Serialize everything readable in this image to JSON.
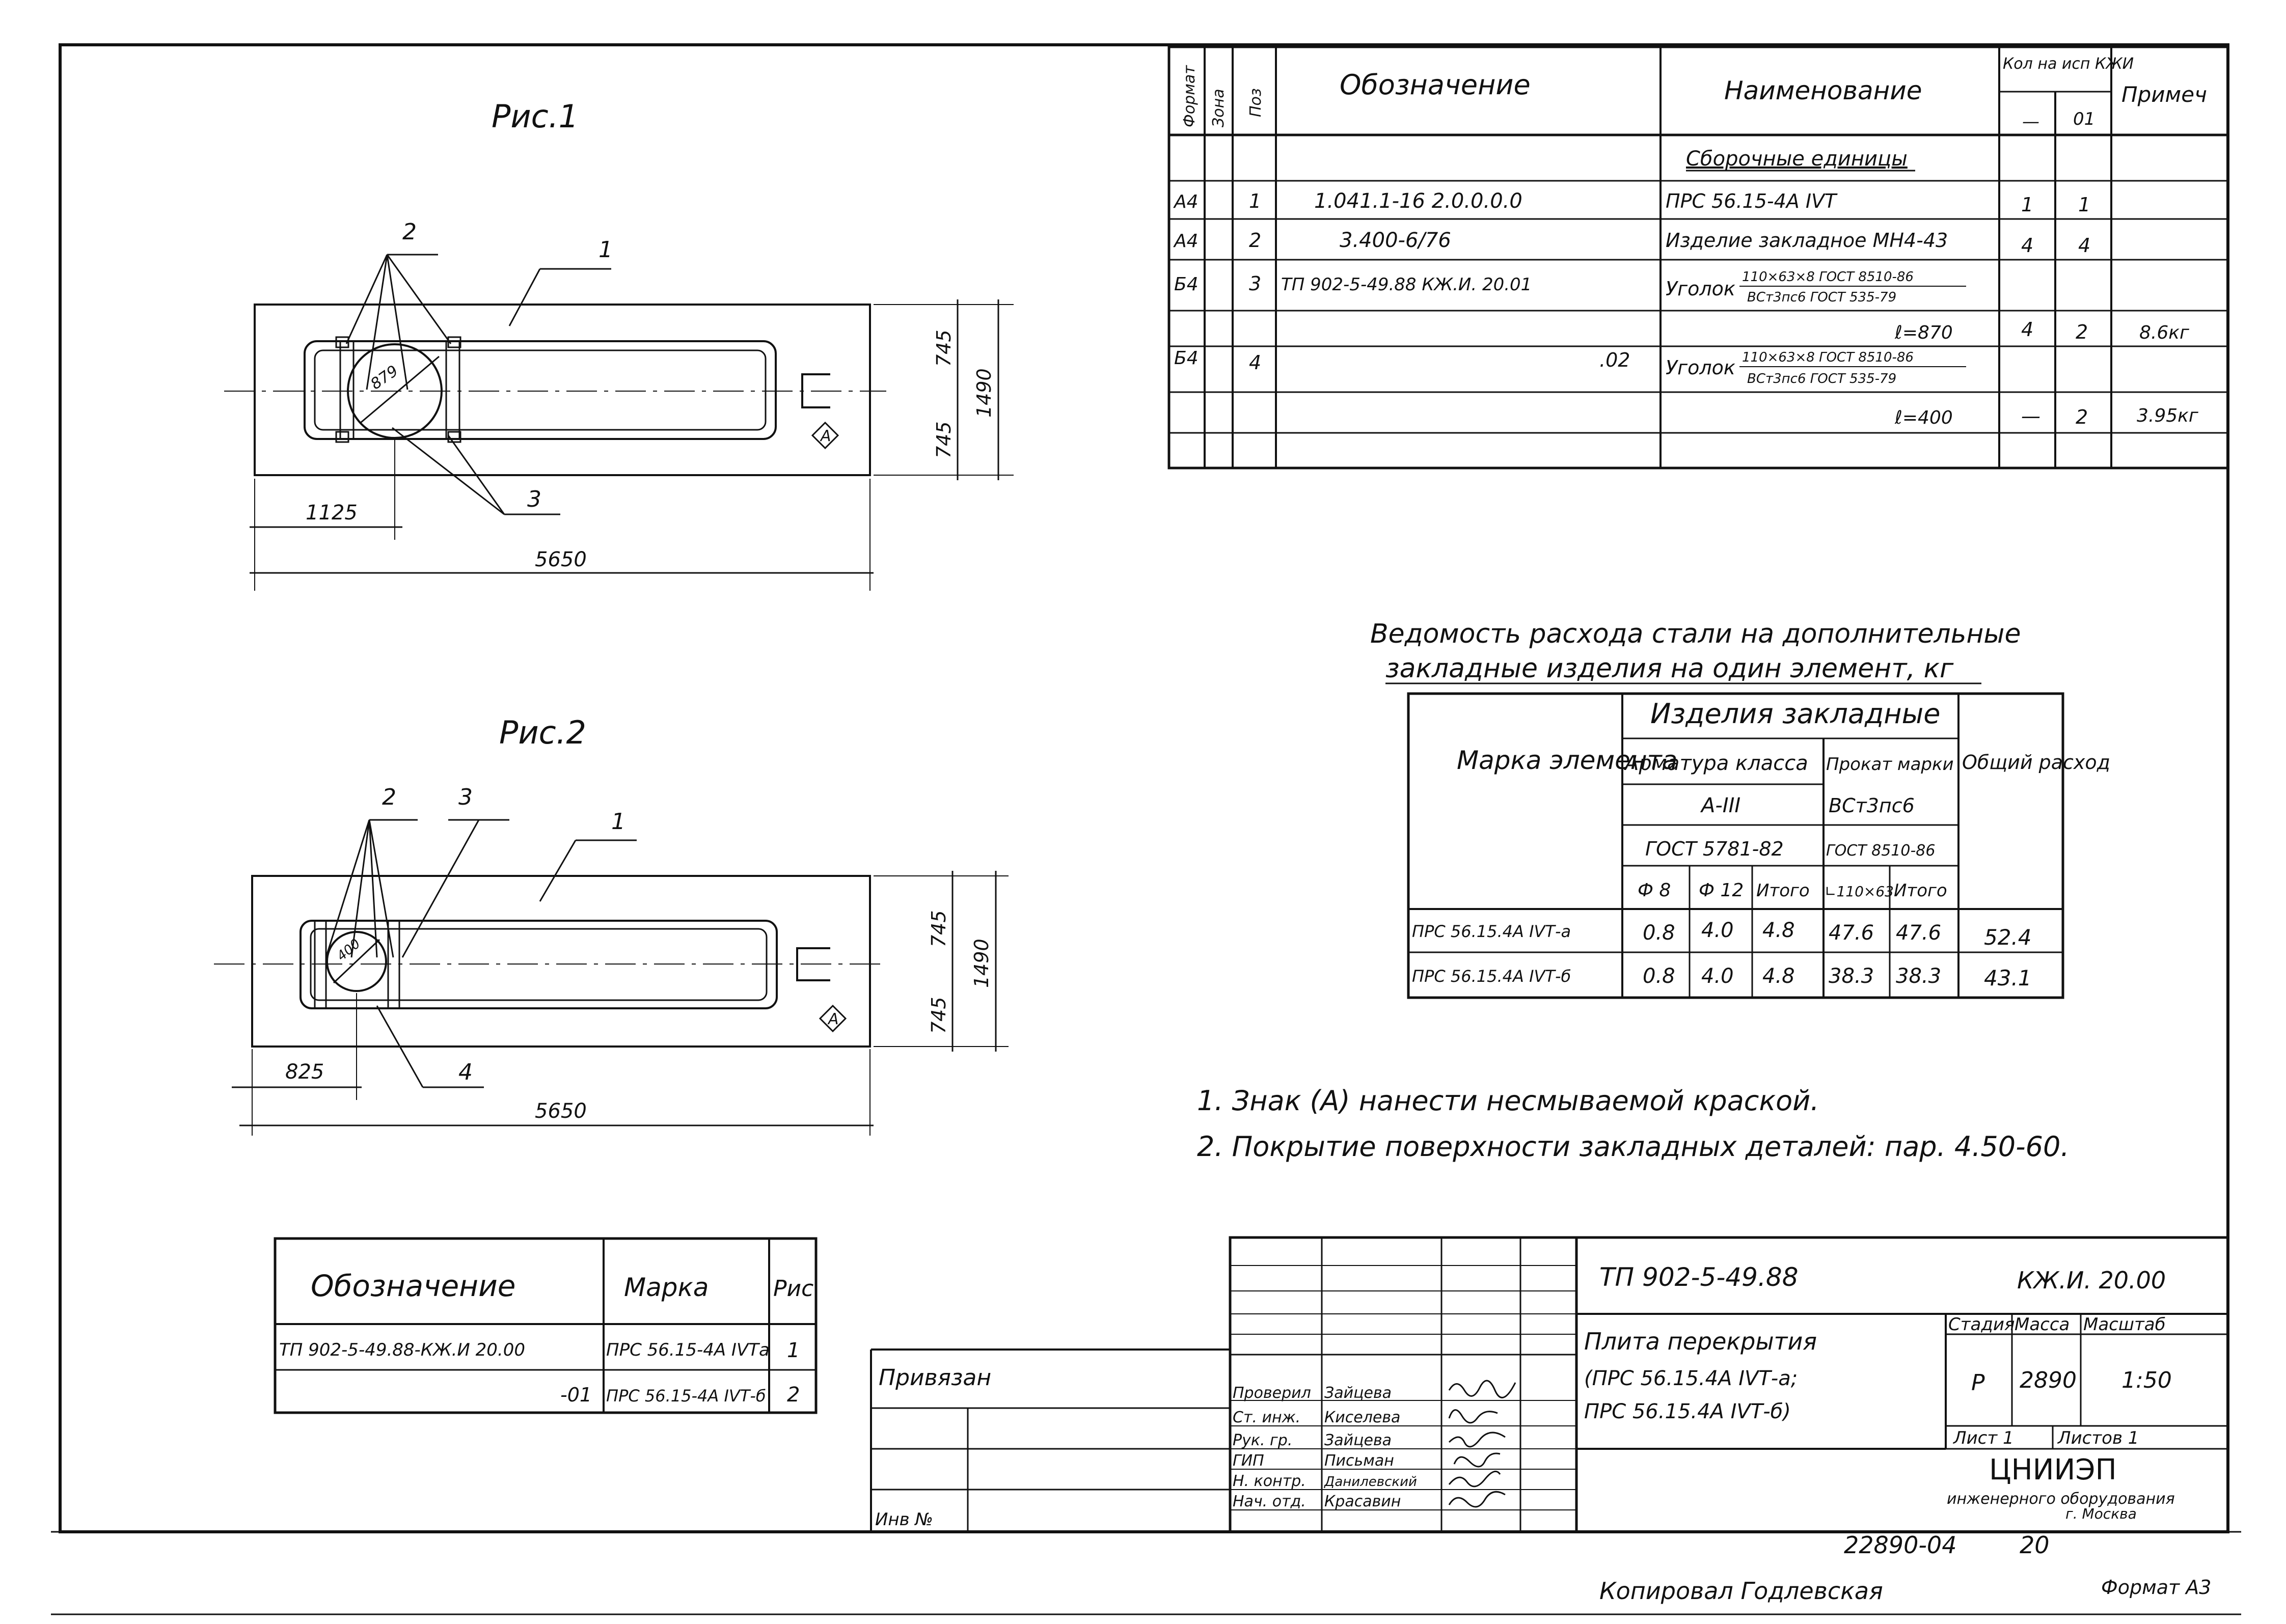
{
  "fig1": {
    "title": "Рис.1",
    "callouts": [
      "1",
      "2",
      "3"
    ],
    "dims": {
      "overall": "5650",
      "offset": "1125",
      "half_top": "745",
      "half_bottom": "745",
      "height": "1490",
      "dia": "879"
    },
    "mark": "A"
  },
  "fig2": {
    "title": "Рис.2",
    "callouts": [
      "1",
      "2",
      "3",
      "4"
    ],
    "dims": {
      "overall": "5650",
      "offset": "825",
      "half_top": "745",
      "half_bottom": "745",
      "height": "1490",
      "dia": "400"
    },
    "mark": "A"
  },
  "spec": {
    "headers": {
      "format": "Формат",
      "zone": "Зона",
      "pos": "Поз",
      "designation": "Обозначение",
      "name": "Наименование",
      "qty": "Кол на исп КЖИ",
      "qty_a": "—",
      "qty_b": "01",
      "note": "Примеч"
    },
    "section": "Сборочные единицы",
    "rows": [
      {
        "format": "А4",
        "pos": "1",
        "designation": "1.041.1-16 2.0.0.0.0",
        "name": "ПРС 56.15-4А IVТ",
        "q1": "1",
        "q2": "1",
        "note": ""
      },
      {
        "format": "А4",
        "pos": "2",
        "designation": "3.400-6/76",
        "name": "Изделие закладное МН4-43",
        "q1": "4",
        "q2": "4",
        "note": ""
      },
      {
        "format": "Б4",
        "pos": "3",
        "designation": "ТП 902-5-49.88    КЖ.И. 20.01",
        "name": "Уголок",
        "name_top": "110×63×8 ГОСТ 8510-86",
        "name_bot": "ВСт3пс6 ГОСТ 535-79",
        "q1": "",
        "q2": "",
        "note": ""
      },
      {
        "format": "",
        "pos": "",
        "designation": "",
        "name": "ℓ=870",
        "q1": "4",
        "q2": "2",
        "note": "8.6кг"
      },
      {
        "format": "Б4",
        "pos": "4",
        "designation": ".02",
        "name": "Уголок",
        "name_top": "110×63×8 ГОСТ 8510-86",
        "name_bot": "ВСт3пс6 ГОСТ 535-79",
        "q1": "",
        "q2": "",
        "note": ""
      },
      {
        "format": "",
        "pos": "",
        "designation": "",
        "name": "ℓ=400",
        "q1": "—",
        "q2": "2",
        "note": "3.95кг"
      }
    ]
  },
  "steel": {
    "title_line1": "Ведомость расхода стали на дополнительные",
    "title_line2": "закладные изделия на один элемент, кг",
    "h_mark": "Марка элемента",
    "h_items": "Изделия закладные",
    "h_rebar": "Арматура класса",
    "h_rebar_class": "А-III",
    "h_rebar_gost": "ГОСТ 5781-82",
    "h_roll": "Прокат марки",
    "h_roll_grade": "ВСт3пс6",
    "h_roll_gost": "ГОСТ 8510-86",
    "h_total": "Общий расход",
    "cols": [
      "Ф 8",
      "Ф 12",
      "Итого",
      "∟110×63",
      "Итого"
    ],
    "rows": [
      {
        "mark": "ПРС 56.15.4А IVТ-а",
        "v": [
          "0.8",
          "4.0",
          "4.8",
          "47.6",
          "47.6",
          "52.4"
        ]
      },
      {
        "mark": "ПРС 56.15.4А IVТ-б",
        "v": [
          "0.8",
          "4.0",
          "4.8",
          "38.3",
          "38.3",
          "43.1"
        ]
      }
    ]
  },
  "notes": [
    "1. Знак (А) нанести несмываемой краской.",
    "2. Покрытие поверхности закладных деталей: пар. 4.50-60."
  ],
  "variants": {
    "h_designation": "Обозначение",
    "h_mark": "Марка",
    "h_fig": "Рис",
    "rows": [
      {
        "designation": "ТП 902-5-49.88-КЖ.И 20.00",
        "mark": "ПРС 56.15-4А IVТа",
        "fig": "1"
      },
      {
        "designation": "-01",
        "mark": "ПРС 56.15-4А IVТ-б",
        "fig": "2"
      }
    ]
  },
  "binding": {
    "label": "Привязан",
    "inv": "Инв №"
  },
  "title_block": {
    "project": "ТП 902-5-49.88",
    "code": "КЖ.И. 20.00",
    "name_line1": "Плита перекрытия",
    "name_line2": "(ПРС 56.15.4А IVТ-а;",
    "name_line3": "ПРС 56.15.4А IVТ-б)",
    "stage_h": "Стадия",
    "mass_h": "Масса",
    "scale_h": "Масштаб",
    "stage": "Р",
    "mass": "2890",
    "scale": "1:50",
    "sheet": "Лист 1",
    "sheets": "Листов 1",
    "org1": "ЦНИИЭП",
    "org2": "инженерного оборудования",
    "org3": "г. Москва",
    "roles": [
      {
        "role": "Проверил",
        "name": "Зайцева"
      },
      {
        "role": "Ст. инж.",
        "name": "Киселева"
      },
      {
        "role": "Рук. гр.",
        "name": "Зайцева"
      },
      {
        "role": "ГИП",
        "name": "Письман"
      },
      {
        "role": "Н. контр.",
        "name": "Данилевский"
      },
      {
        "role": "Нач. отд.",
        "name": "Красавин"
      }
    ]
  },
  "footer": {
    "number": "22890-04",
    "page": "20",
    "copied": "Копировал Годлевская",
    "format": "Формат А3"
  }
}
